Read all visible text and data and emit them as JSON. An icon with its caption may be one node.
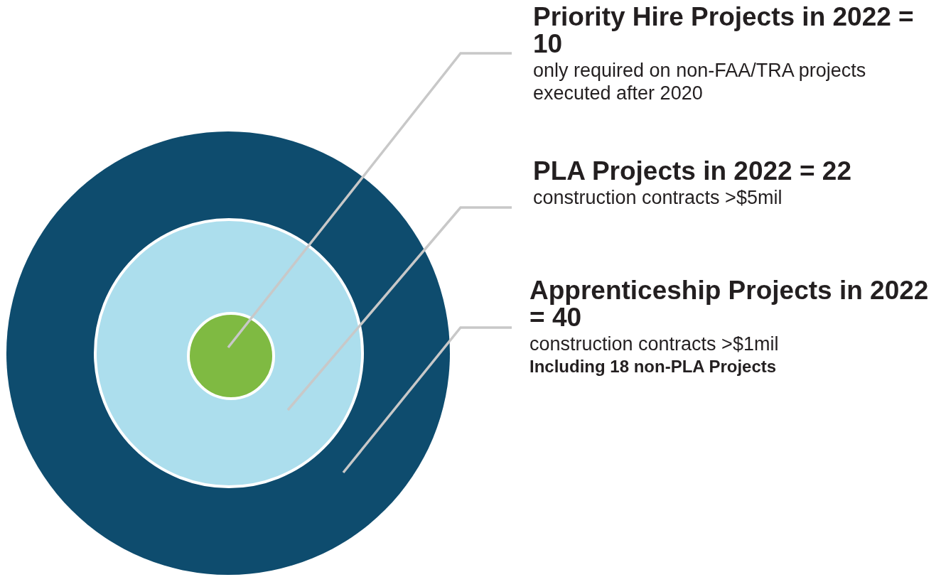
{
  "diagram": {
    "nodes": [
      {
        "text": [],
        "shape": "circle"
      },
      {
        "text": [],
        "shape": "circle",
        "in": 0
      },
      {
        "text": [],
        "shape": "circle",
        "in": 1
      },
      {
        "text": [
          "Priority Hire Projects in 2022 = 10",
          "only required on non-FAA/TRA projects executed after 2020"
        ]
      },
      {
        "text": [
          "PLA Projects in 2022 = 22",
          "construction contracts >$5mil"
        ]
      },
      {
        "text": [
          "Apprenticeship Projects in 2022 = 40",
          "construction contracts >$1mil",
          "Including 18 non-PLA Projects"
        ]
      }
    ],
    "edges": [
      {
        "from": 3,
        "to": 2,
        "arrow": "none"
      },
      {
        "from": 4,
        "to": 1,
        "arrow": "none"
      },
      {
        "from": 5,
        "to": 0,
        "arrow": "none"
      }
    ]
  }
}
